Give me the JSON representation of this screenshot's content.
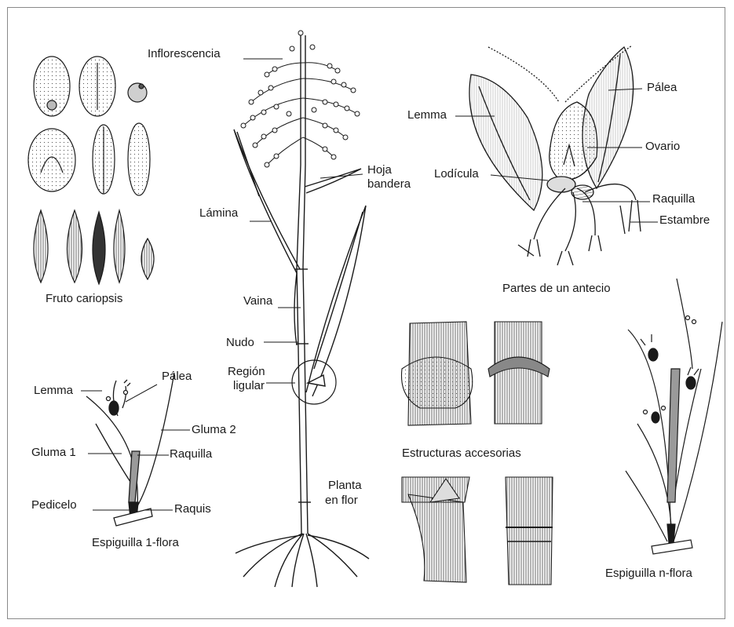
{
  "labels": {
    "inflorescencia": "Inflorescencia",
    "hoja_bandera_1": "Hoja",
    "hoja_bandera_2": "bandera",
    "lamina": "Lámina",
    "vaina": "Vaina",
    "nudo": "Nudo",
    "region_ligular_1": "Región",
    "region_ligular_2": "ligular",
    "planta_en_flor_1": "Planta",
    "planta_en_flor_2": "en flor",
    "fruto_cariopsis": "Fruto cariopsis",
    "antecio_lemma": "Lemma",
    "antecio_palea": "Pálea",
    "antecio_ovario": "Ovario",
    "antecio_lodicula": "Lodícula",
    "antecio_raquilla": "Raquilla",
    "antecio_estambre": "Estambre",
    "partes_antecio": "Partes de un antecio",
    "estructuras_accesorias": "Estructuras accesorias",
    "e1_palea": "Pálea",
    "e1_lemma": "Lemma",
    "e1_gluma2": "Gluma 2",
    "e1_gluma1": "Gluma 1",
    "e1_raquilla": "Raquilla",
    "e1_pedicelo": "Pedicelo",
    "e1_raquis": "Raquis",
    "espiguilla_1_flora": "Espiguilla 1-flora",
    "espiguilla_n_flora": "Espiguilla n-flora"
  },
  "colors": {
    "ink": "#1a1a1a",
    "frame": "#8a8a8a",
    "raquilla_fill": "#9a9a9a",
    "seed_fill": "#ececec"
  }
}
